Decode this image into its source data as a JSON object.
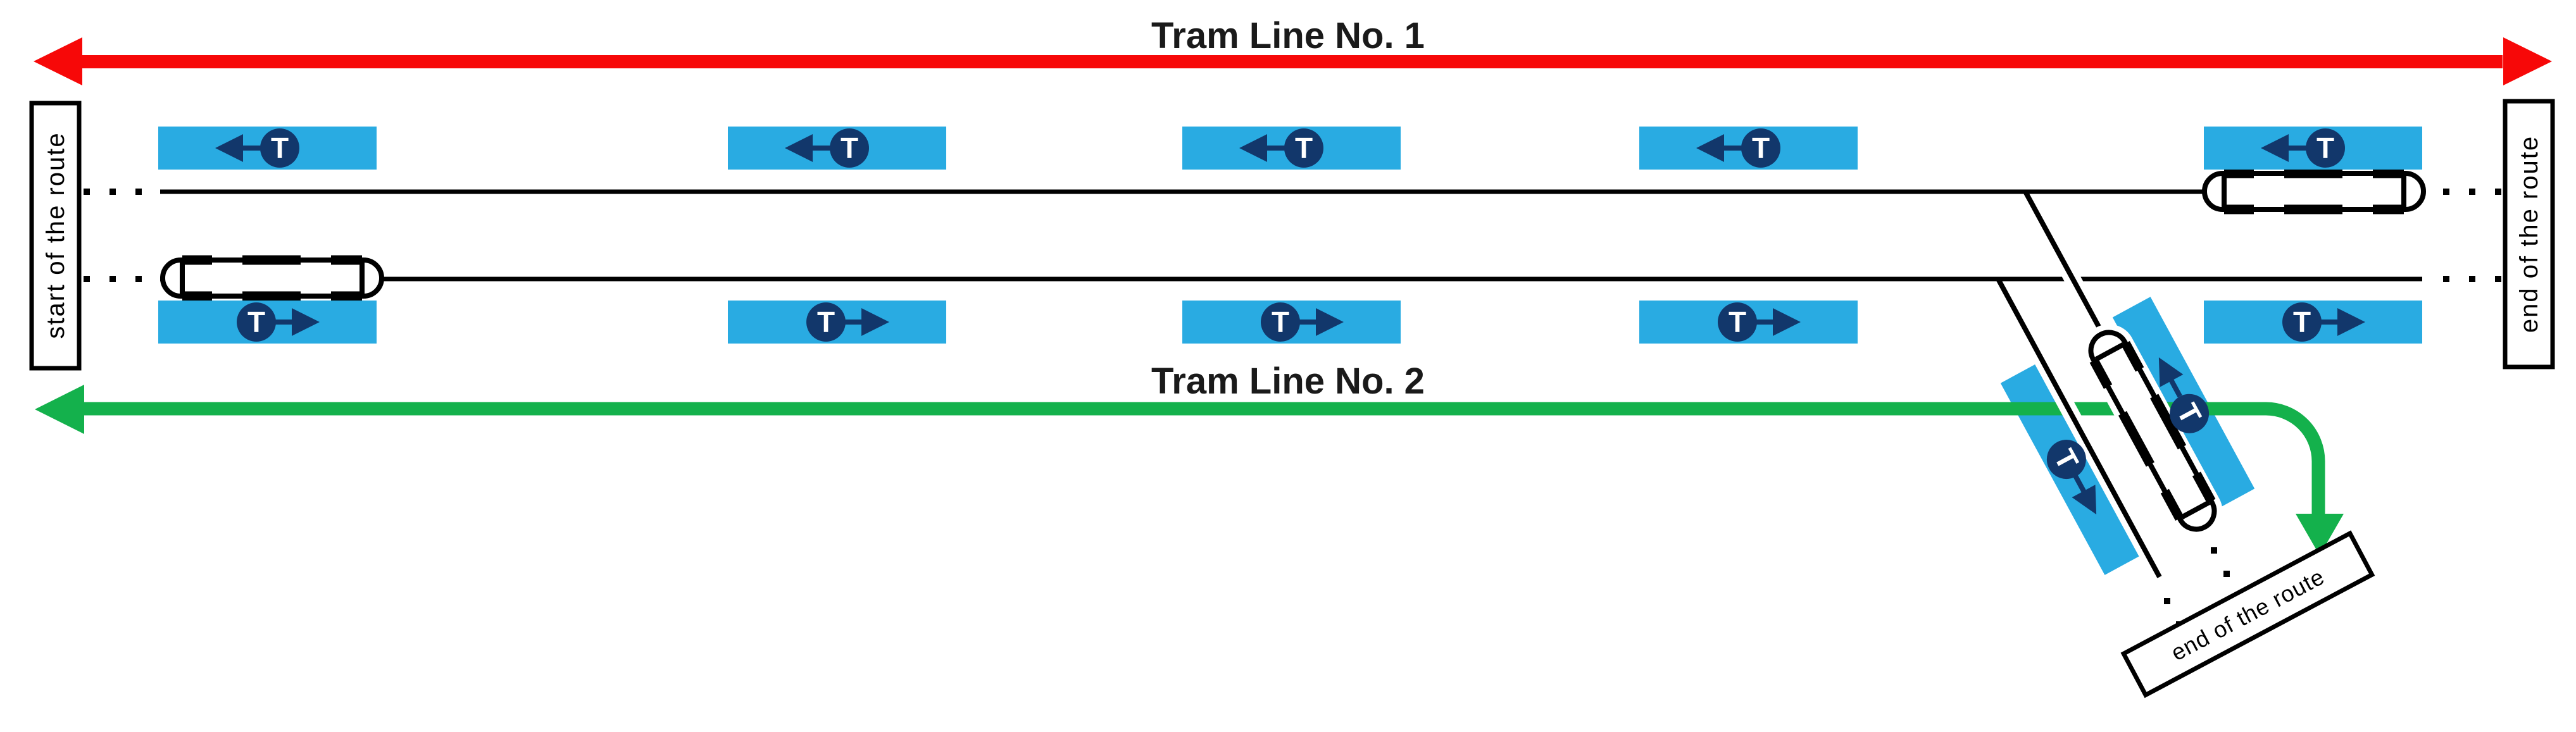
{
  "diagram": {
    "line1": {
      "label": "Tram Line No. 1",
      "color": "#f70808"
    },
    "line2": {
      "label": "Tram Line No. 2",
      "color": "#14b14c"
    },
    "endpoints": {
      "start_left": "start of the route",
      "end_right": "end of the route",
      "end_branch": "end of the route"
    },
    "stops": {
      "marker_letter": "T",
      "platform_color": "#29abe2",
      "marker_color": "#12376b",
      "upper_row_count": 5,
      "lower_row_count": 5,
      "branch_count": 2
    },
    "track": {
      "color": "#000000"
    }
  }
}
